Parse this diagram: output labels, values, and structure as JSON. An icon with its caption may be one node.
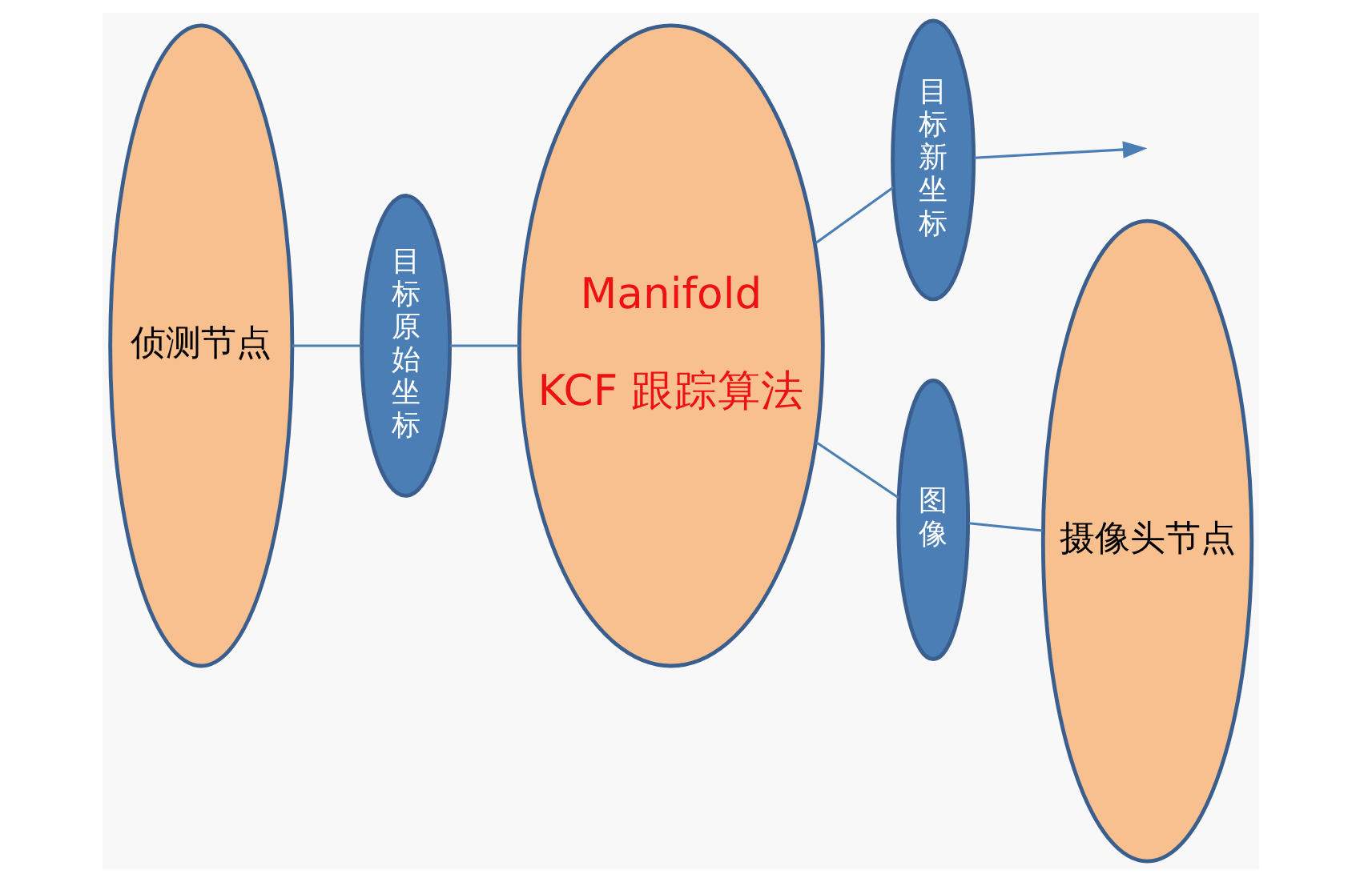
{
  "diagram": {
    "nodes": [
      {
        "text": [
          "侦测节点"
        ]
      },
      {
        "text": [
          "目标原始坐标"
        ]
      },
      {
        "text": [
          "Manifold",
          "KCF 跟踪算法"
        ]
      },
      {
        "text": [
          "目标新坐标"
        ]
      },
      {
        "text": [
          "图像"
        ]
      },
      {
        "text": [
          "摄像头节点"
        ]
      }
    ],
    "edges": [
      {
        "from": 0,
        "to": 1,
        "arrow": "none"
      },
      {
        "from": 1,
        "to": 2,
        "arrow": "none"
      },
      {
        "from": 2,
        "to": 4,
        "arrow": "none"
      },
      {
        "from": 4,
        "to": 5,
        "arrow": "none"
      },
      {
        "from": 2,
        "to": 3,
        "arrow": "none"
      },
      {
        "from": 3,
        "to": null,
        "arrow": "to"
      }
    ]
  }
}
